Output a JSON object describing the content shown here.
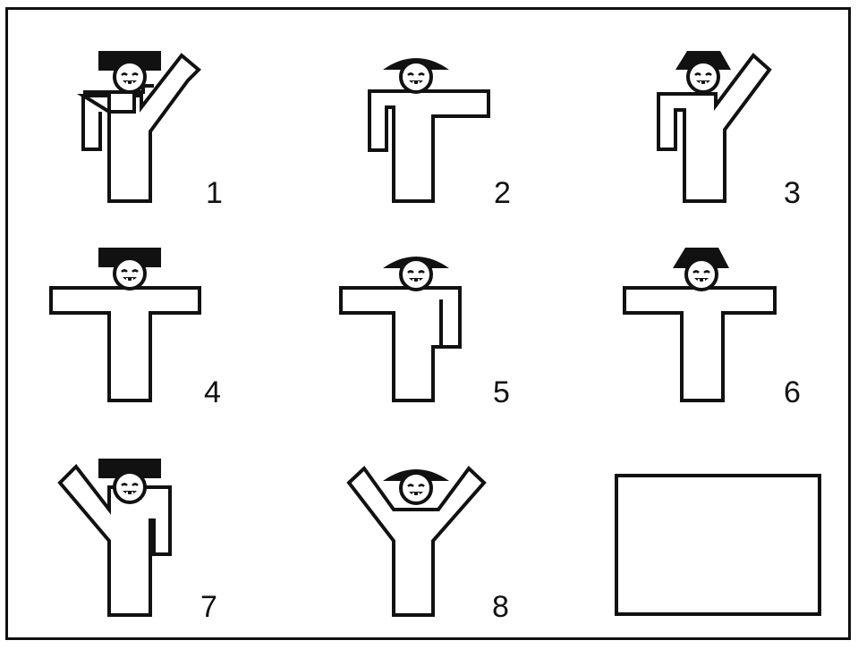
{
  "puzzle": {
    "figures": [
      {
        "number": "1",
        "hat": "box",
        "arms": "left-down-right-up"
      },
      {
        "number": "2",
        "hat": "dome",
        "arms": "left-down-right-out"
      },
      {
        "number": "3",
        "hat": "trapezoid",
        "arms": "left-down-right-up"
      },
      {
        "number": "4",
        "hat": "box",
        "arms": "both-out"
      },
      {
        "number": "5",
        "hat": "dome",
        "arms": "left-out-right-down"
      },
      {
        "number": "6",
        "hat": "trapezoid",
        "arms": "both-out"
      },
      {
        "number": "7",
        "hat": "box",
        "arms": "left-up-right-down"
      },
      {
        "number": "8",
        "hat": "dome",
        "arms": "both-up"
      }
    ],
    "answer_box": ""
  },
  "colors": {
    "ink": "#111111",
    "background": "#ffffff"
  }
}
